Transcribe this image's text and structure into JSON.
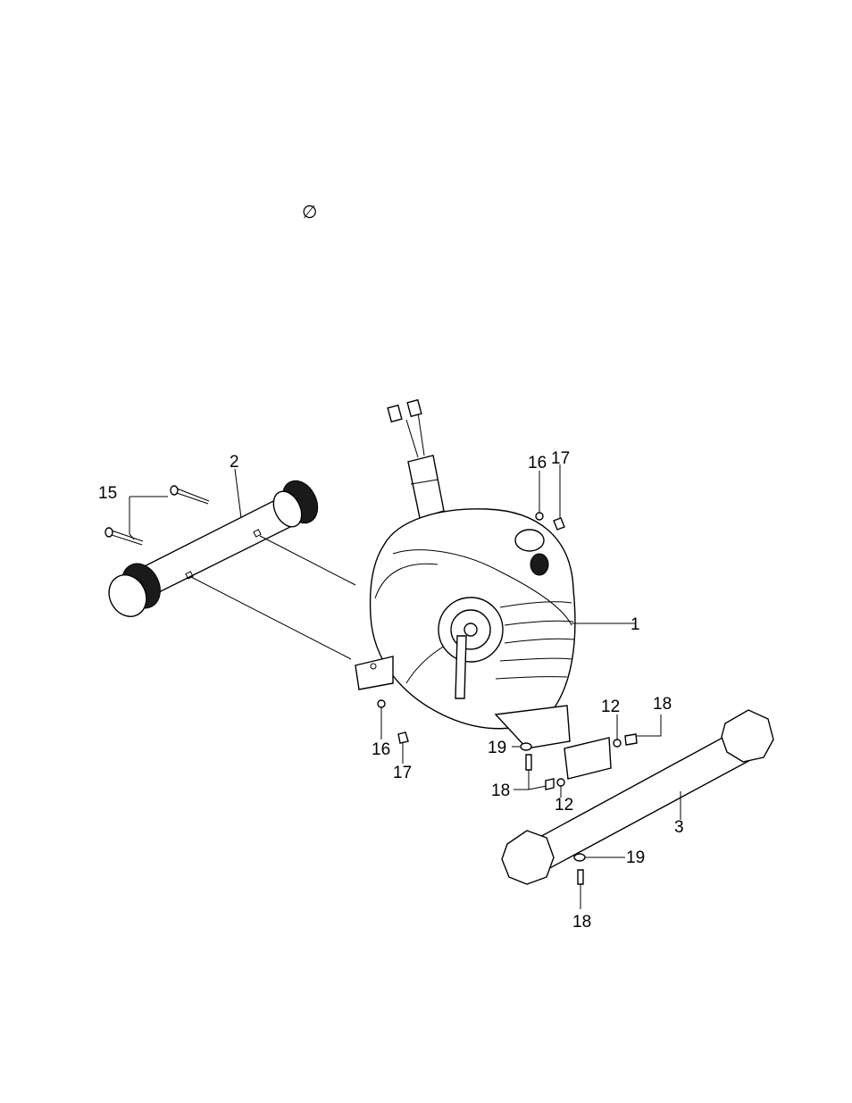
{
  "diagram": {
    "symbol": "∅",
    "labels": {
      "p1": "1",
      "p2": "2",
      "p3": "3",
      "p15": "15",
      "p16_top": "16",
      "p17_top": "17",
      "p16_bottom": "16",
      "p17_bottom": "17",
      "p12_top": "12",
      "p18_top": "18",
      "p19_left": "19",
      "p18_left": "18",
      "p12_bottom": "12",
      "p19_right": "19",
      "p18_bottom": "18"
    }
  }
}
